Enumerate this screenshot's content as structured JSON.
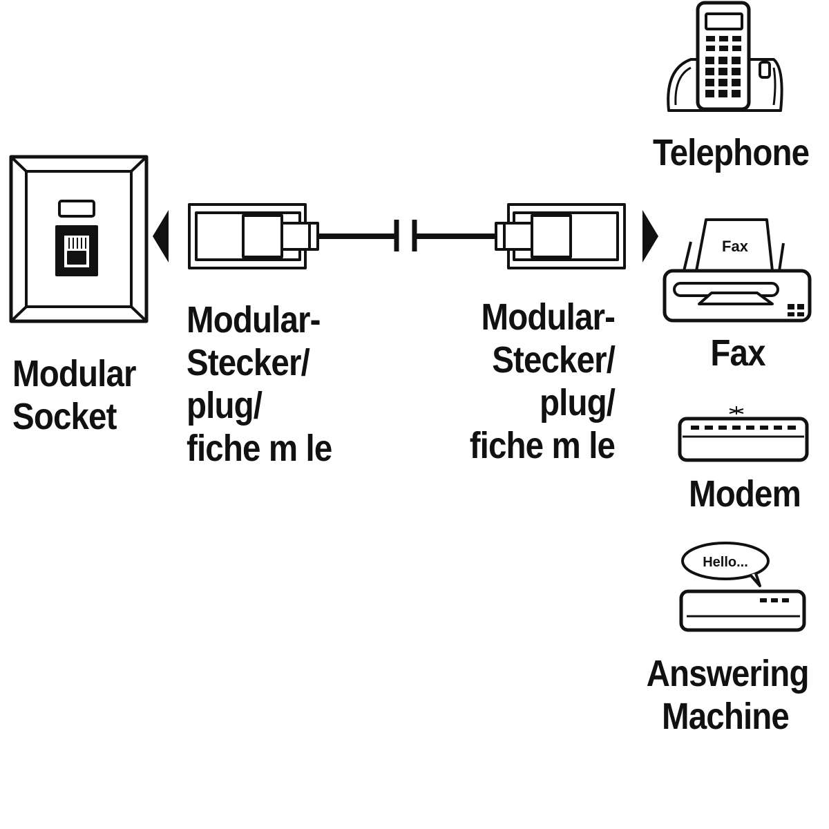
{
  "colors": {
    "ink": "#111111",
    "paper": "#ffffff"
  },
  "socket": {
    "line1": "Modular",
    "line2": "Socket"
  },
  "plug_left": {
    "line1": "Modular-",
    "line2": "Stecker/",
    "line3": "plug/",
    "line4": "fiche m le"
  },
  "plug_right": {
    "line1": "Modular-",
    "line2": "Stecker/",
    "line3": "plug/",
    "line4": "fiche m le"
  },
  "devices": {
    "telephone": "Telephone",
    "fax": "Fax",
    "fax_sheet": "Fax",
    "modem": "Modem",
    "answering_line1": "Answering",
    "answering_line2": "Machine",
    "speech_bubble": "Hello..."
  },
  "icons": [
    "wall-socket-icon",
    "left-arrow-icon",
    "plug-icon",
    "cable-break-icon",
    "right-arrow-icon",
    "telephone-icon",
    "fax-icon",
    "modem-icon",
    "answering-machine-icon"
  ]
}
